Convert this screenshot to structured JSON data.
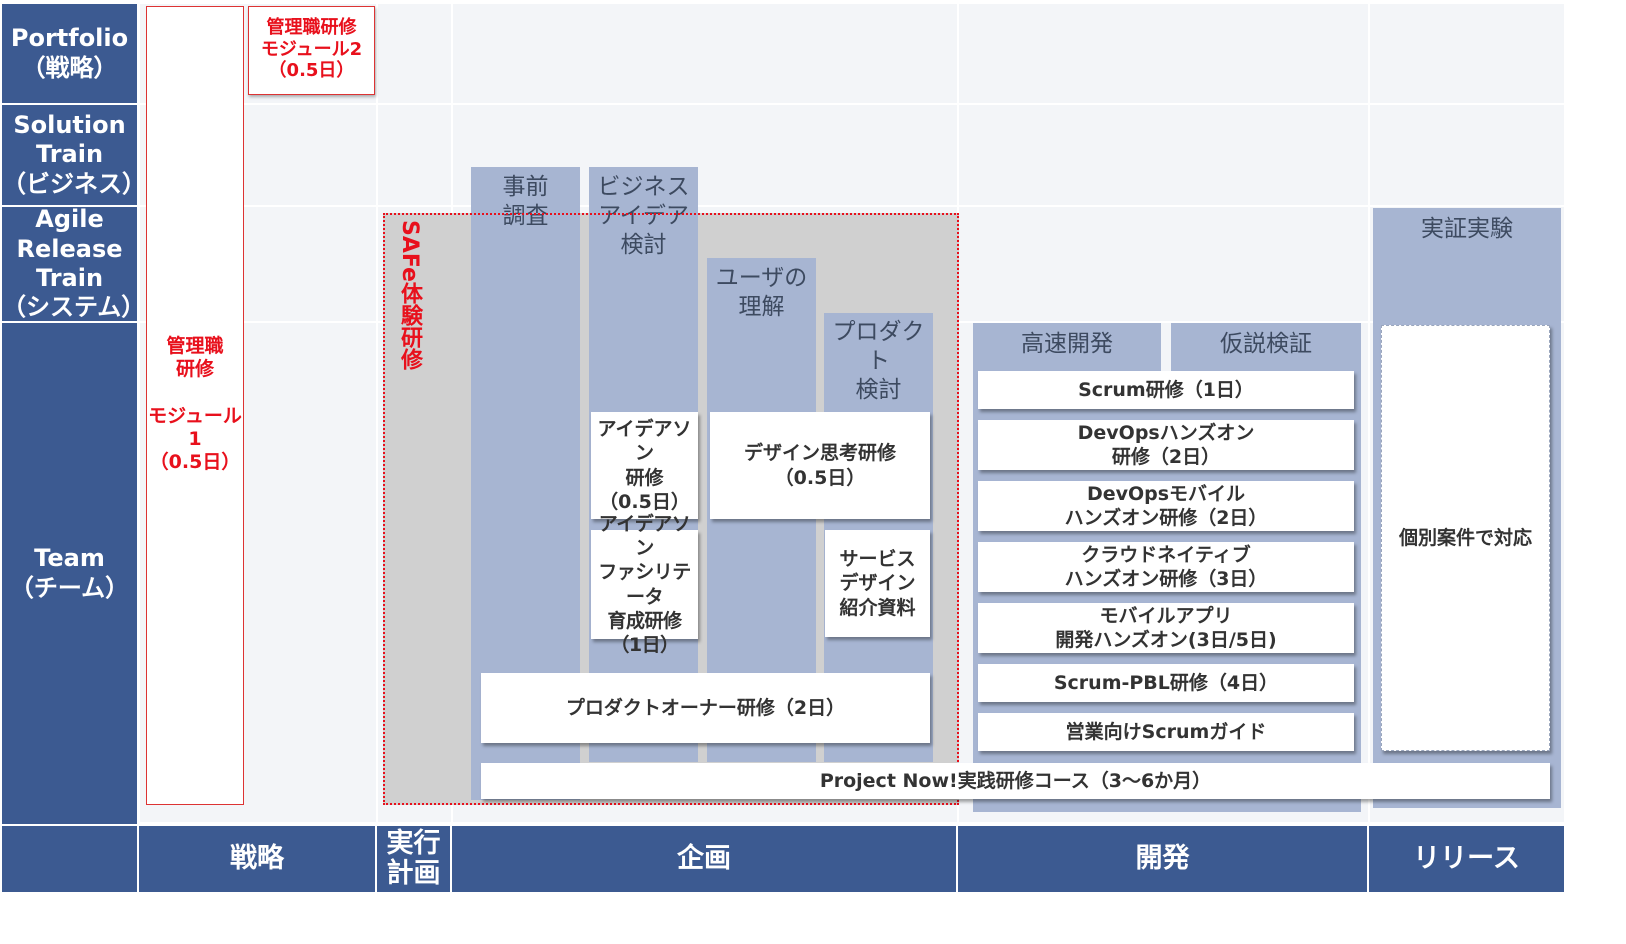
{
  "rows": [
    {
      "label": "Portfolio\n（戦略）"
    },
    {
      "label": "Solution\nTrain\n（ビジネス）"
    },
    {
      "label": "Agile\nRelease\nTrain\n（システム）"
    },
    {
      "label": "Team\n（チーム）"
    }
  ],
  "phases": [
    {
      "label": "戦略"
    },
    {
      "label": "実行\n計画"
    },
    {
      "label": "企画"
    },
    {
      "label": "開発"
    },
    {
      "label": "リリース"
    }
  ],
  "management": {
    "module1": "管理職\n研修\n\nモジュール1\n（0.5日）",
    "module2": "管理職研修\nモジュール2\n（0.5日）"
  },
  "safe": {
    "label": "SAFe体験研修"
  },
  "lanes": {
    "research": "事前\n調査",
    "business_idea": "ビジネス\nアイデア\n検討",
    "user_understanding": "ユーザの\n理解",
    "product": "プロダクト\n検討",
    "rapid_dev": "高速開発",
    "hypothesis": "仮説検証",
    "poc": "実証実験"
  },
  "planning_cards": {
    "ideathon": "アイデアソン\n研修\n（0.5日）",
    "design_thinking": "デザイン思考研修\n（0.5日）",
    "facilitator": "アイデアソン\nファシリテータ\n育成研修\n（1日）",
    "service_design": "サービス\nデザイン\n紹介資料",
    "product_owner": "プロダクトオーナー研修（2日）"
  },
  "dev_cards": [
    "Scrum研修（1日）",
    "DevOpsハンズオン\n研修（2日）",
    "DevOpsモバイル\nハンズオン研修（2日）",
    "クラウドネイティブ\nハンズオン研修（3日）",
    "モバイルアプリ\n開発ハンズオン(3日/5日)",
    "Scrum-PBL研修（4日）",
    "営業向けScrumガイド"
  ],
  "release_card": "個別案件で対応",
  "project_now": "Project Now!実践研修コース（3～6か月）",
  "colors": {
    "header_blue": "#3c5a91",
    "lane_blue": "#a7b5d2",
    "safe_gray": "#d0d0d0",
    "red": "#e8101c"
  }
}
